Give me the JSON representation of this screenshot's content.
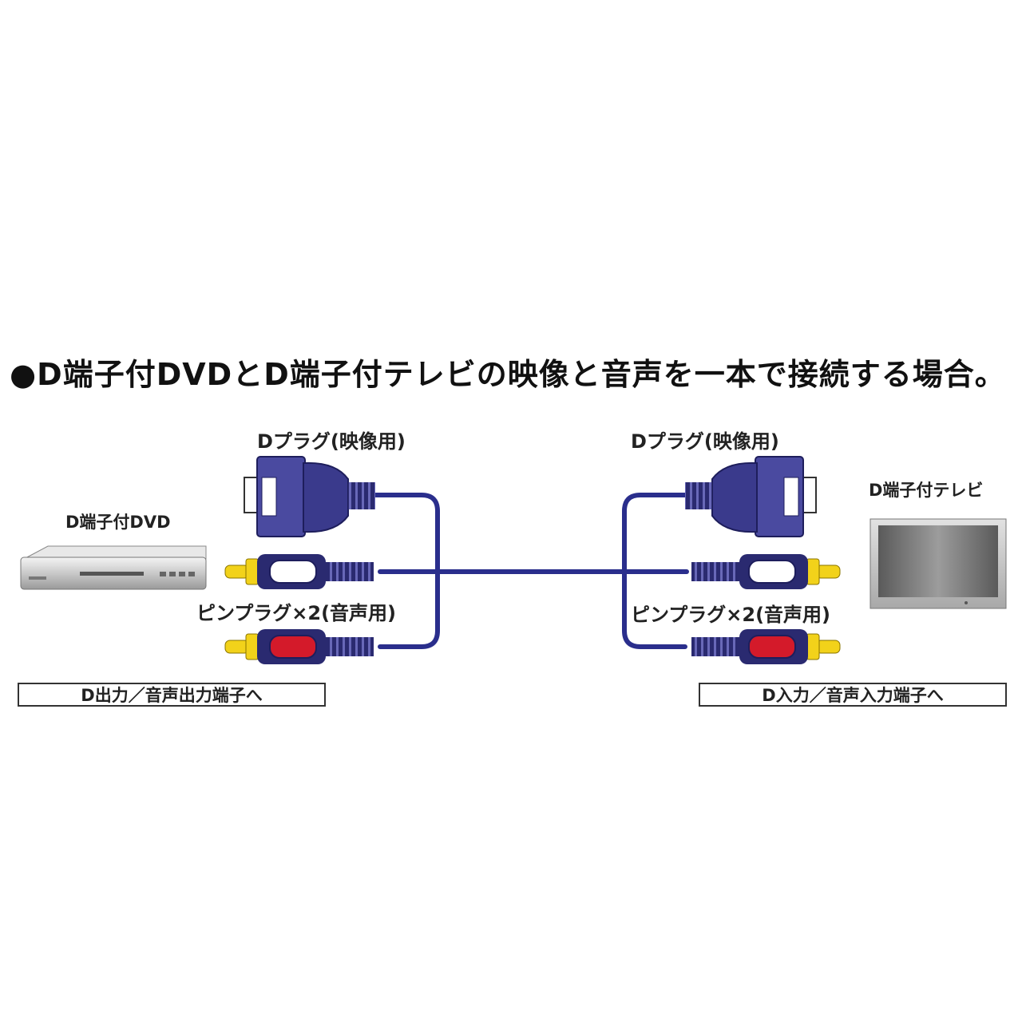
{
  "title": "●D端子付DVDとD端子付テレビの映像と音声を一本で接続する場合。",
  "labels": {
    "dvd": "D端子付DVD",
    "tv": "D端子付テレビ",
    "d_plug_left": "Dプラグ(映像用)",
    "d_plug_right": "Dプラグ(映像用)",
    "pin_plug_left": "ピンプラグ×2(音声用)",
    "pin_plug_right": "ピンプラグ×2(音声用)",
    "out_box": "D出力／音声出力端子へ",
    "in_box": "D入力／音声入力端子へ"
  },
  "colors": {
    "cable": "#2a2e8c",
    "plug_body": "#4a4aa0",
    "plug_dark": "#2a2a70",
    "pin_tip": "#f2d21a",
    "white_plug": "#ffffff",
    "red_plug": "#d41a2a"
  },
  "icons": {
    "dvd": "dvd-player-icon",
    "tv": "television-icon",
    "d_plug": "d-terminal-plug-icon",
    "rca_plug": "rca-pin-plug-icon"
  }
}
